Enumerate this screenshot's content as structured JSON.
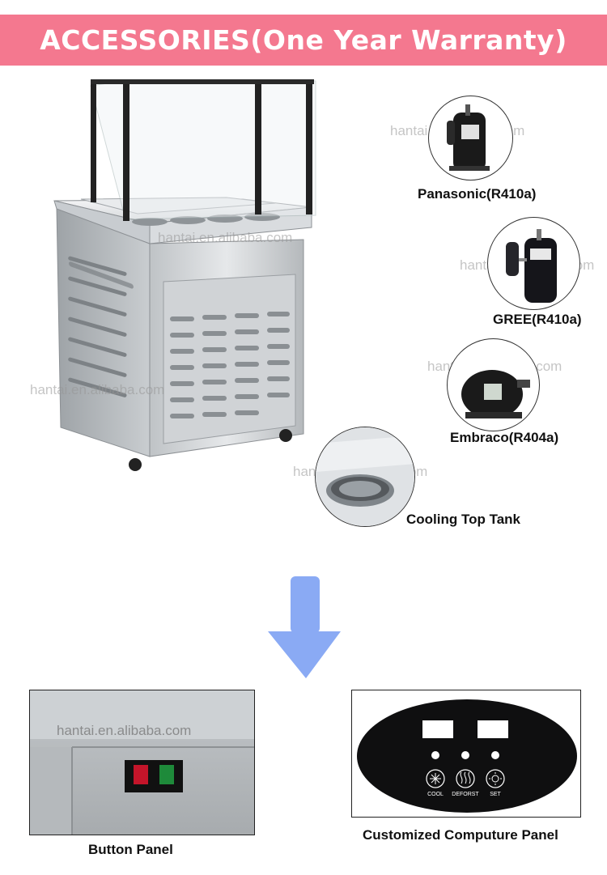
{
  "banner": {
    "title": "ACCESSORIES(One Year Warranty)",
    "color": "#f4788f"
  },
  "watermark_text": "hantai.en.alibaba.com",
  "components": [
    {
      "label": "Panasonic(R410a)",
      "icon": "compressor-icon"
    },
    {
      "label": "GREE(R410a)",
      "icon": "compressor-icon"
    },
    {
      "label": "Embraco(R404a)",
      "icon": "compressor-icon"
    },
    {
      "label": "Cooling Top Tank",
      "icon": "tank-icon"
    }
  ],
  "arrow": {
    "color": "#8aaaf4",
    "icon": "down-arrow-icon"
  },
  "button_panel": {
    "caption": "Button Panel"
  },
  "computer_panel": {
    "caption": "Customized Computure Panel",
    "buttons": [
      {
        "label": "COOL",
        "icon": "snowflake-icon"
      },
      {
        "label": "DEFORST",
        "icon": "heat-icon"
      },
      {
        "label": "SET",
        "icon": "sun-icon"
      }
    ]
  }
}
